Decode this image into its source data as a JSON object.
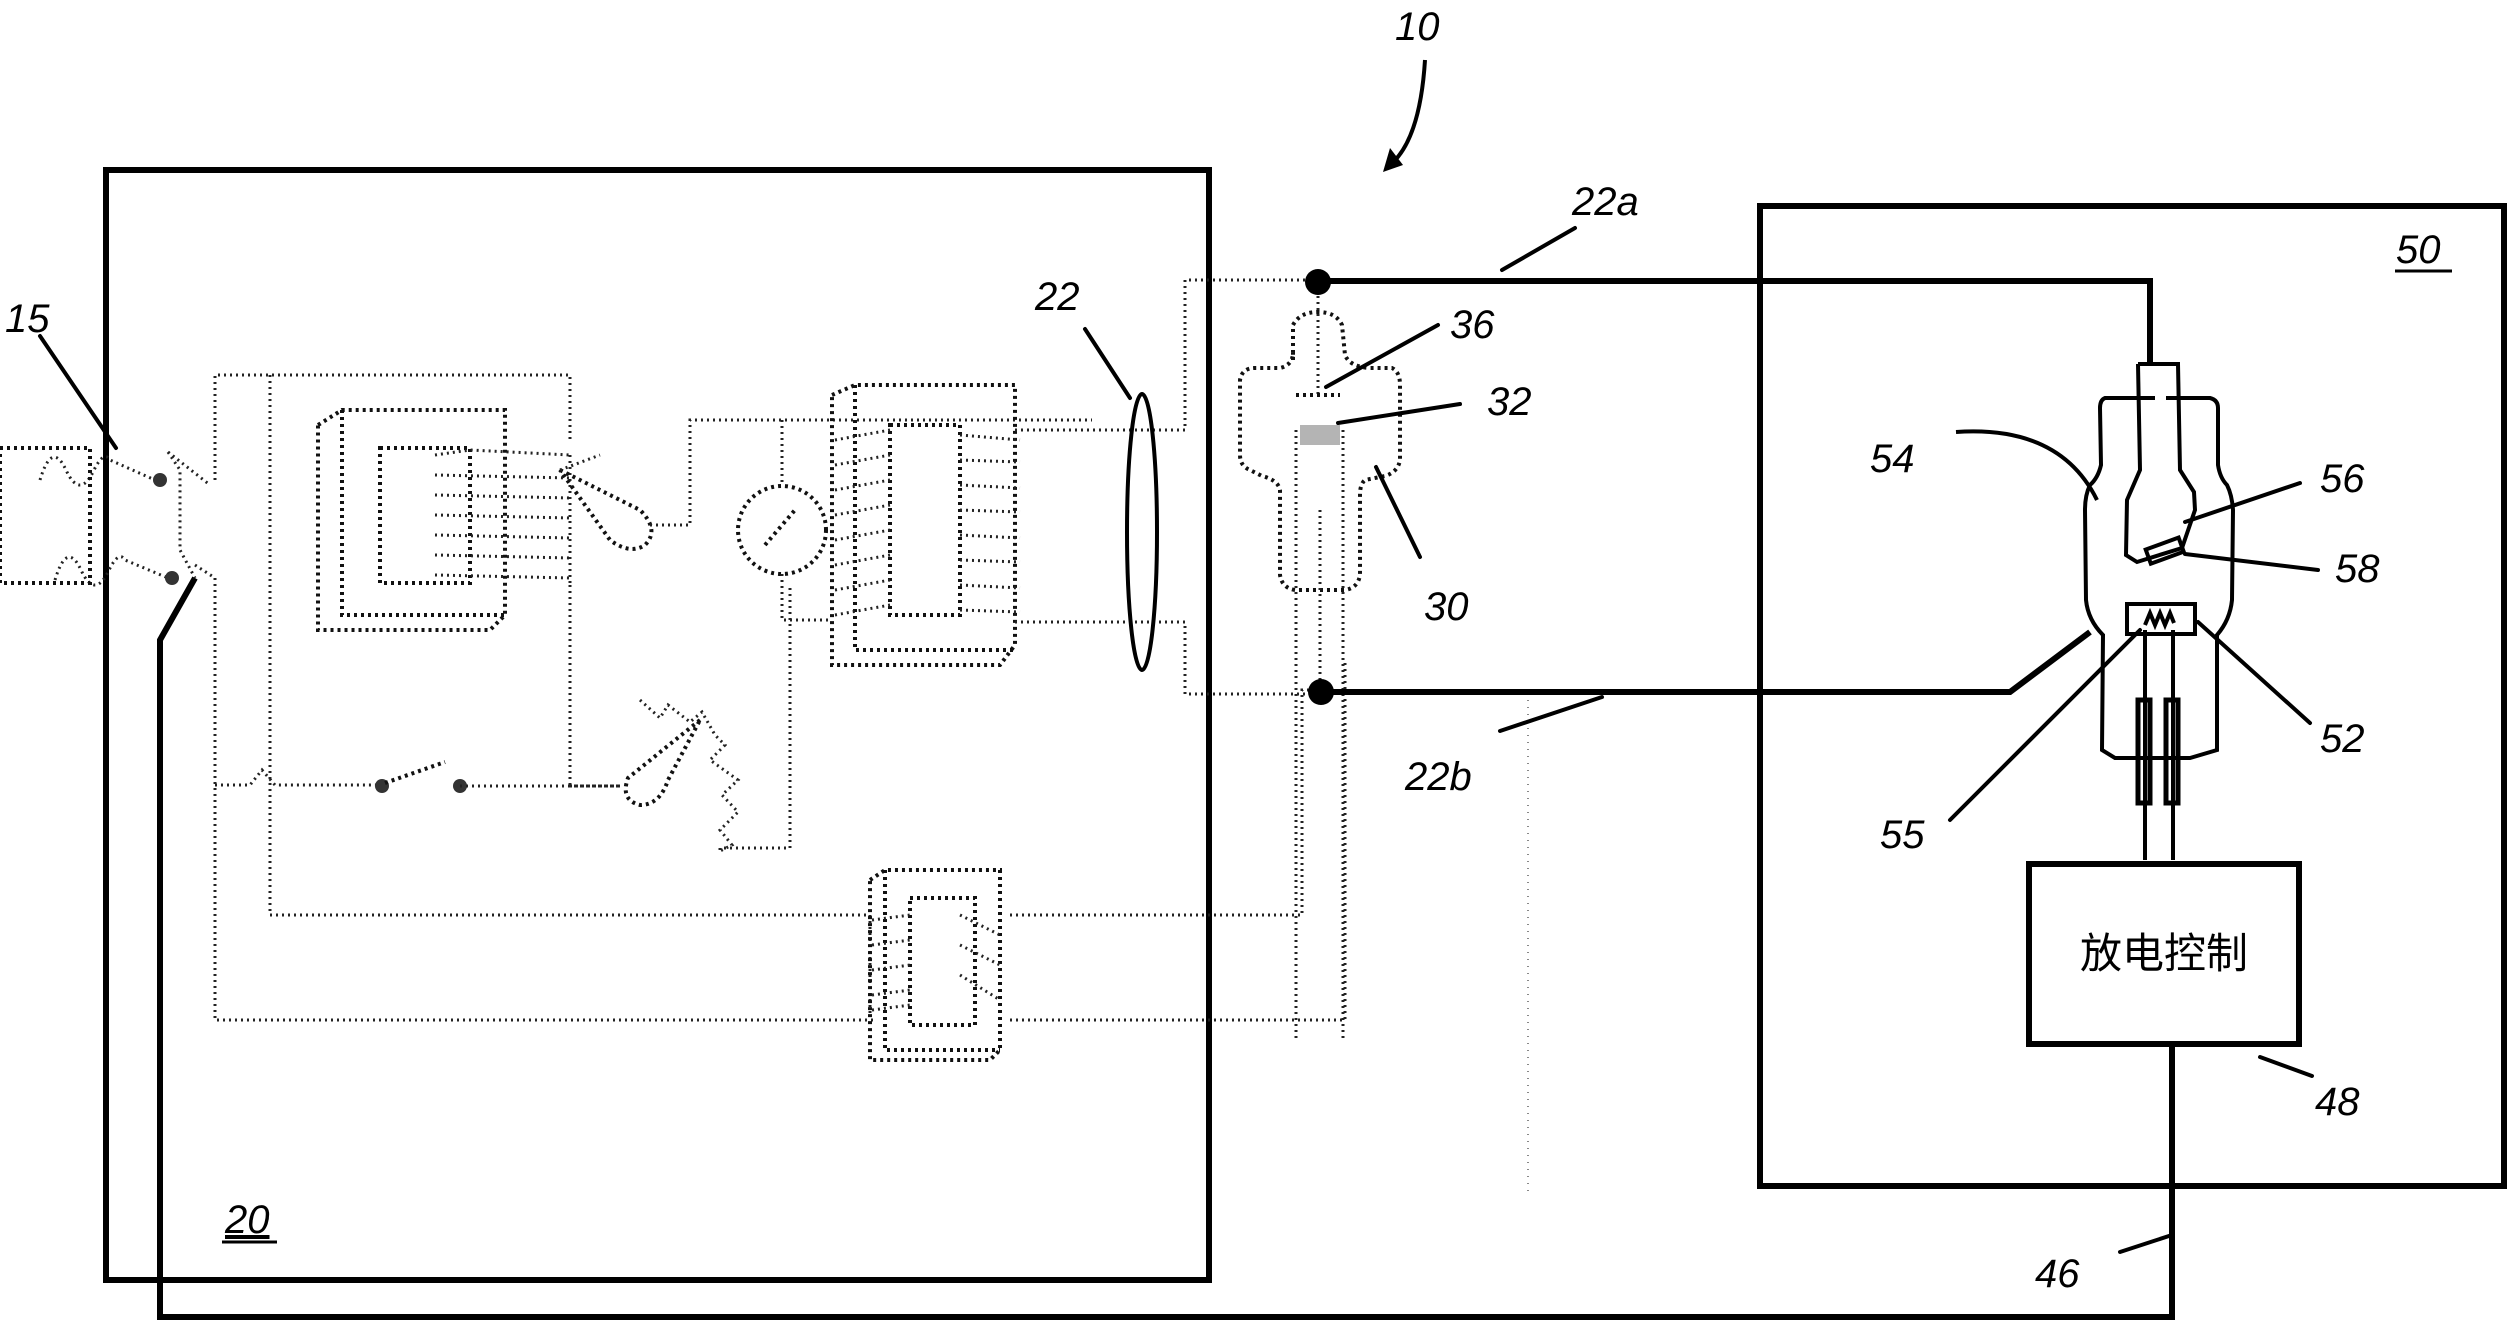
{
  "figure": {
    "description": "Patent schematic: X-ray generator system with discharge control",
    "reference_numerals": {
      "system": "10",
      "power_supply_source": "15",
      "high_voltage_unit": "20",
      "cable_bundle": "22",
      "conductor_a": "22a",
      "conductor_b": "22b",
      "xray_tube": "30",
      "target": "32",
      "electrode": "36",
      "control_line": "46",
      "discharge_controller": "48",
      "discharge_unit": "50",
      "discharge_tube_cathode_region": "52",
      "discharge_tube_envelope": "54",
      "heater_filament": "55",
      "anode": "56",
      "emitter": "58"
    },
    "underlined_labels": [
      "20",
      "50"
    ],
    "controller_box_text": "放电控制"
  }
}
